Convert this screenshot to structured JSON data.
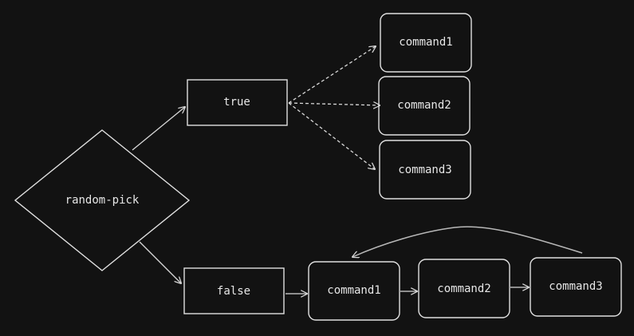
{
  "diagram": {
    "decision": {
      "label": "random-pick"
    },
    "branch_true": {
      "label": "true"
    },
    "branch_false": {
      "label": "false"
    },
    "true_commands": [
      {
        "label": "command1"
      },
      {
        "label": "command2"
      },
      {
        "label": "command3"
      }
    ],
    "false_commands": [
      {
        "label": "command1"
      },
      {
        "label": "command2"
      },
      {
        "label": "command3"
      }
    ]
  },
  "colors": {
    "background": "#121212",
    "stroke": "#e0e0e0",
    "text": "#e6e6e6"
  }
}
